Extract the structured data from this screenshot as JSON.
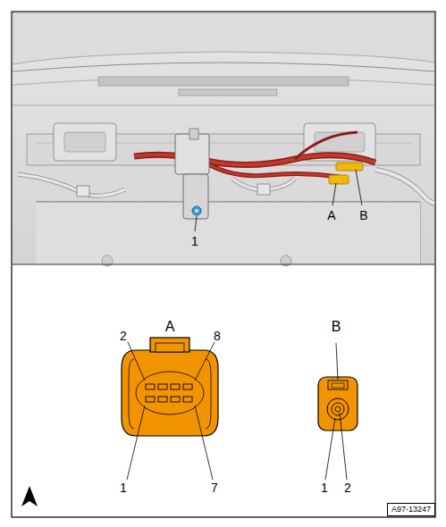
{
  "diagram": {
    "labels": [
      "1",
      "A",
      "B",
      "A",
      "2",
      "8",
      "1",
      "7",
      "B",
      "1",
      "2",
      "A97-13247"
    ]
  }
}
